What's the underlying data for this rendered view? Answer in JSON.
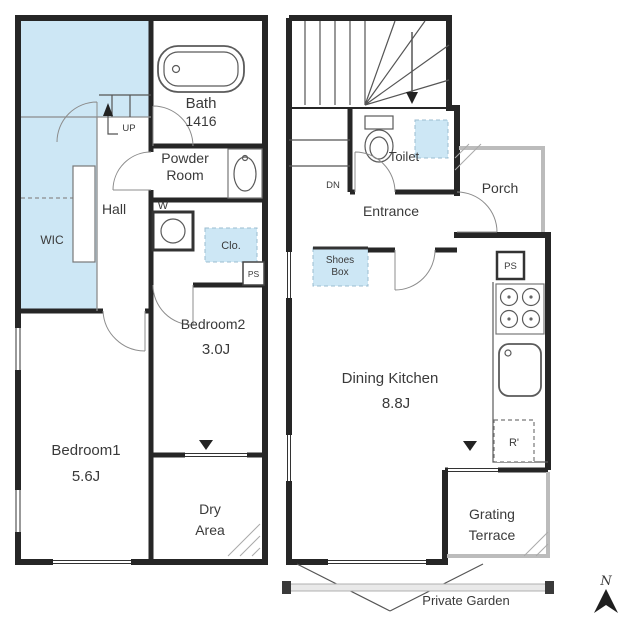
{
  "colors": {
    "highlight": "#cde7f5"
  },
  "lower_unit": {
    "bath_label": "Bath",
    "bath_size": "1416",
    "powder_line1": "Powder",
    "powder_line2": "Room",
    "stairs_up": "UP",
    "hall": "Hall",
    "wic": "WIC",
    "washer": "W",
    "closet": "Clo.",
    "pipe_space": "PS",
    "bedroom2_label": "Bedroom2",
    "bedroom2_size": "3.0J",
    "bedroom1_label": "Bedroom1",
    "bedroom1_size": "5.6J",
    "dry_area_line1": "Dry",
    "dry_area_line2": "Area"
  },
  "upper_unit": {
    "stairs_down": "DN",
    "toilet": "Toilet",
    "entrance": "Entrance",
    "porch": "Porch",
    "shoes_box_line1": "Shoes",
    "shoes_box_line2": "Box",
    "pipe_space": "PS",
    "dining_kitchen_label": "Dining Kitchen",
    "dining_kitchen_size": "8.8J",
    "refrigerator": "R'",
    "terrace_line1": "Grating",
    "terrace_line2": "Terrace"
  },
  "site": {
    "private_garden": "Private Garden",
    "compass_north": "N"
  }
}
